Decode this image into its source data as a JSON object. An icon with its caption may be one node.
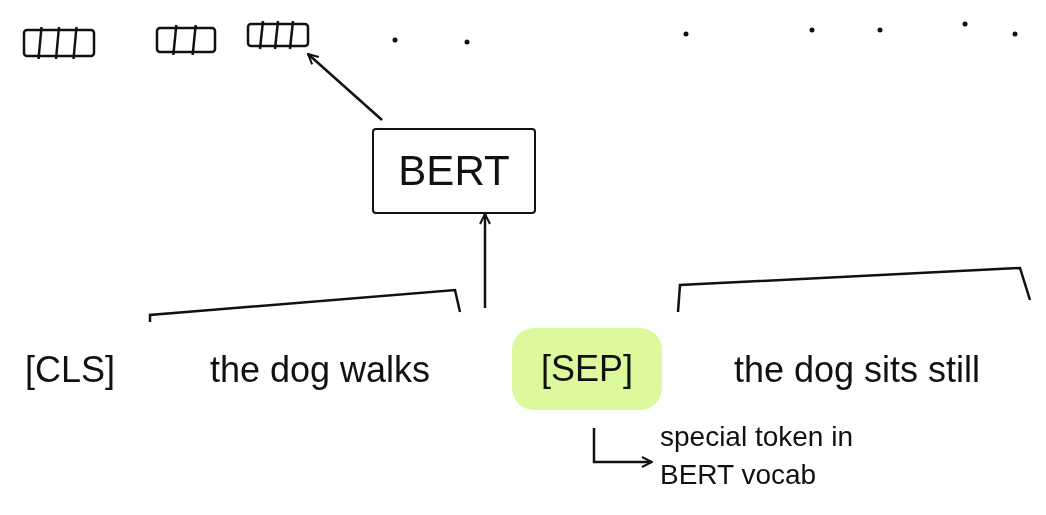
{
  "diagram": {
    "nodes": [
      {
        "text": [
          "[CLS]"
        ]
      },
      {
        "text": [
          "the dog walks"
        ]
      },
      {
        "text": [
          "[SEP]"
        ]
      },
      {
        "text": [
          "the dog sits still"
        ]
      },
      {
        "text": [
          "BERT"
        ]
      },
      {
        "text": [],
        "shape": "box"
      },
      {
        "text": [],
        "shape": "box"
      },
      {
        "text": [],
        "shape": "box"
      },
      {
        "text": [
          "special token in BERT vocab"
        ]
      }
    ],
    "edges": [
      {
        "from": null,
        "to": 4,
        "arrow": "to"
      },
      {
        "from": 4,
        "to": 7,
        "arrow": "to"
      },
      {
        "from": 2,
        "to": 8,
        "arrow": "to"
      }
    ]
  }
}
